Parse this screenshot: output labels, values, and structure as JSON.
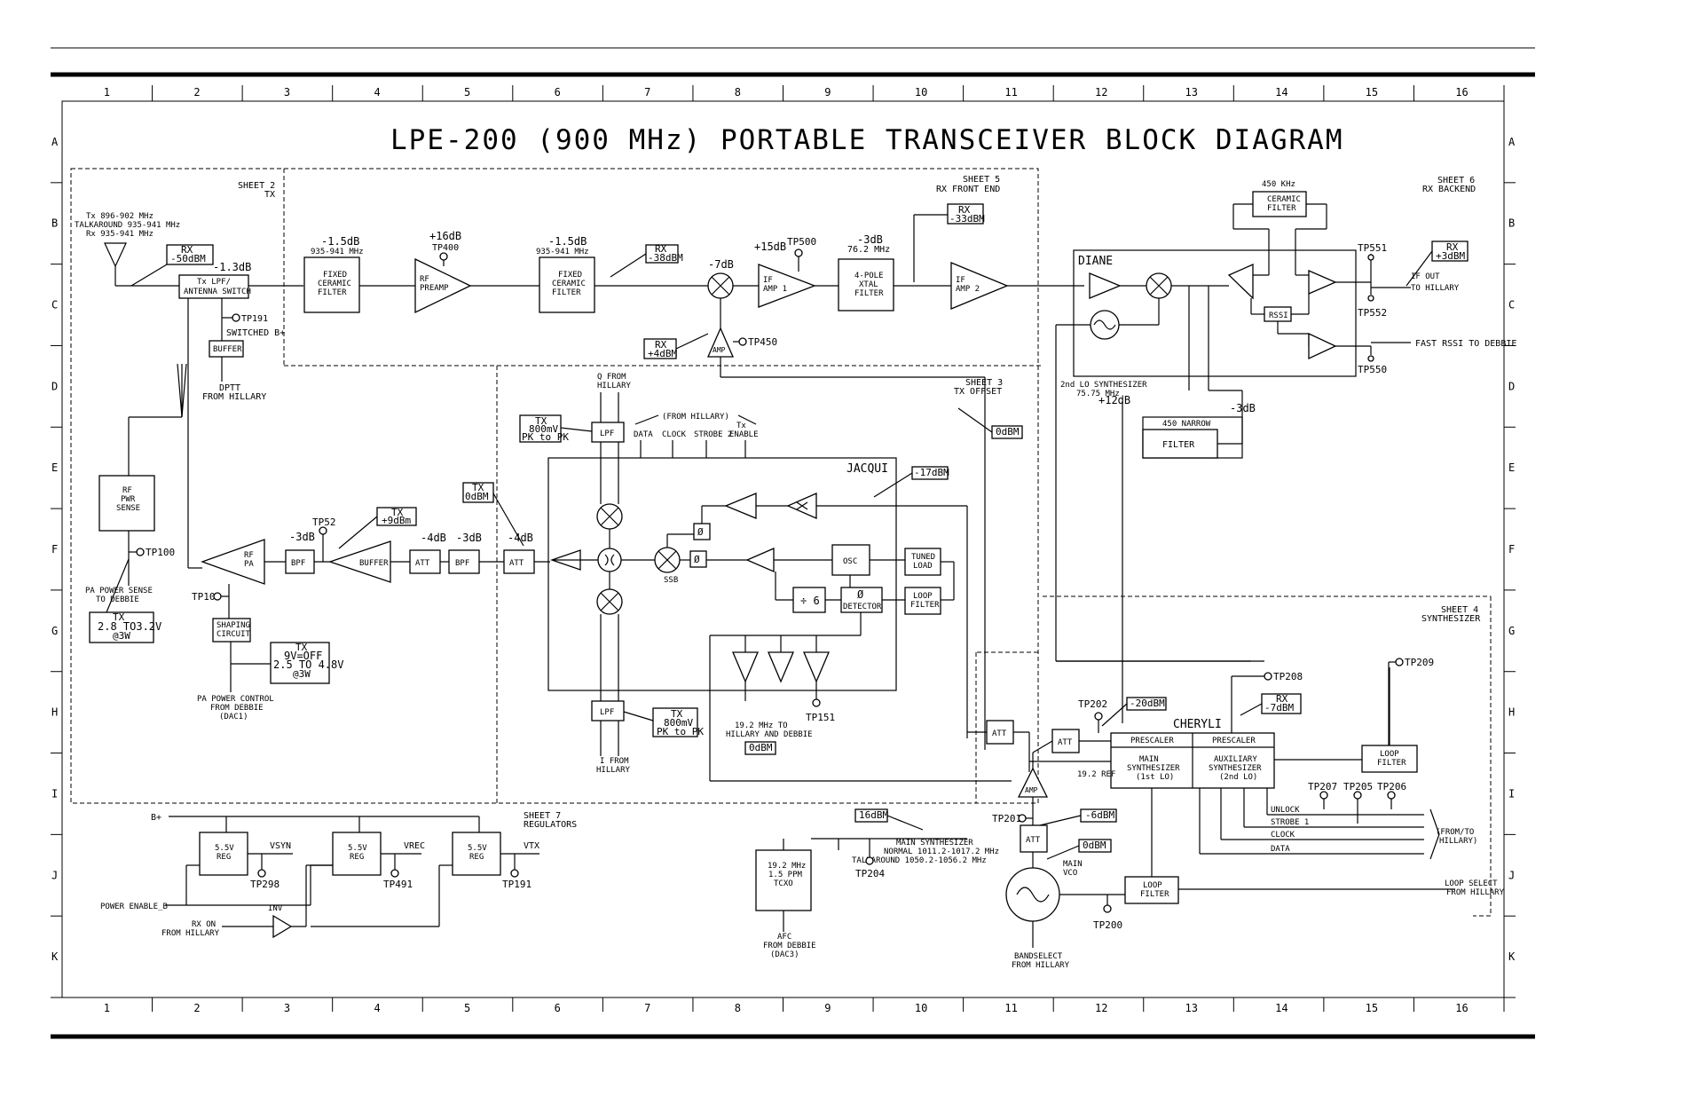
{
  "title": "LPE-200 (900 MHz) PORTABLE TRANSCEIVER BLOCK DIAGRAM",
  "grid": {
    "columns": [
      "1",
      "2",
      "3",
      "4",
      "5",
      "6",
      "7",
      "8",
      "9",
      "10",
      "11",
      "12",
      "13",
      "14",
      "15",
      "16"
    ],
    "rows": [
      "A",
      "B",
      "C",
      "D",
      "E",
      "F",
      "G",
      "H",
      "I",
      "J",
      "K"
    ]
  },
  "sheets": {
    "s2": [
      "SHEET 2",
      "TX"
    ],
    "s5": [
      "SHEET 5",
      "RX FRONT END"
    ],
    "s6": [
      "SHEET 6",
      "RX BACKEND"
    ],
    "s3": [
      "SHEET 3",
      "TX OFFSET"
    ],
    "s4": [
      "SHEET 4",
      "SYNTHESIZER"
    ],
    "s7": [
      "SHEET 7",
      "REGULATORS"
    ]
  },
  "antenna": {
    "freq": [
      "Tx 896-902 MHz",
      "TALKAROUND 935-941 MHz",
      "Rx 935-941 MHz"
    ],
    "rx_level": [
      "RX",
      "-50dBM"
    ],
    "loss": "-1.3dB",
    "switch": [
      "Tx LPF/",
      "ANTENNA SWITCH"
    ],
    "tp": "TP191",
    "switched": "SWITCHED B+",
    "buffer": "BUFFER",
    "dptt": [
      "DPTT",
      "FROM HILLARY"
    ]
  },
  "rxfe": {
    "filter1_gain": "-1.5dB",
    "filter1_freq": "935-941 MHz",
    "filter1": [
      "FIXED",
      "CERAMIC",
      "FILTER"
    ],
    "preamp_gain": "+16dB",
    "preamp_tp": "TP400",
    "preamp": [
      "RF",
      "PREAMP"
    ],
    "filter2_gain": "-1.5dB",
    "filter2_freq": "935-941 MHz",
    "filter2": [
      "FIXED",
      "CERAMIC",
      "FILTER"
    ],
    "rx38": [
      "RX",
      "-38dBM"
    ],
    "mixer_gain": "-7dB",
    "if1_gain": "+15dB",
    "tp500": "TP500",
    "if1": [
      "IF",
      "AMP 1"
    ],
    "xtal_gain": "-3dB",
    "xtal_freq": "76.2 MHz",
    "xtal": [
      "4-POLE",
      "XTAL",
      "FILTER"
    ],
    "rx33": [
      "RX",
      "-33dBM"
    ],
    "if2": [
      "IF",
      "AMP 2"
    ],
    "rx4": [
      "RX",
      "+4dBM"
    ],
    "amp": "AMP",
    "tp450": "TP450"
  },
  "rxbe": {
    "ceramic_freq": "450 KHz",
    "ceramic": [
      "CERAMIC",
      "FILTER"
    ],
    "diane": "DIANE",
    "tp551": "TP551",
    "rx3": [
      "RX",
      "+3dBM"
    ],
    "ifout": [
      "IF OUT",
      "TO HILLARY"
    ],
    "rssi": "RSSI",
    "tp552": "TP552",
    "fast_rssi": "FAST RSSI TO DEBBIE",
    "tp550": "TP550",
    "lo2": [
      "2nd LO SYNTHESIZER",
      "75.75 MHz"
    ],
    "gain12": "+12dB",
    "narrow_gain": "-3dB",
    "narrow": [
      "450 NARROW",
      "FILTER"
    ]
  },
  "tx": {
    "rf_pwr": [
      "RF",
      "PWR",
      "SENSE"
    ],
    "tp100": "TP100",
    "pa_sense": [
      "PA POWER SENSE",
      "TO DEBBIE"
    ],
    "tx_level": [
      "TX",
      "2.8 TO3.2V",
      "@3W"
    ],
    "pa": [
      "RF",
      "PA"
    ],
    "tp103": "TP103",
    "shaping": [
      "SHAPING",
      "CIRCUIT"
    ],
    "tx_ctrl": [
      "TX",
      "9V=OFF",
      "2.5 TO 4.8V",
      "@3W"
    ],
    "pa_ctrl": [
      "PA POWER CONTROL",
      "FROM DEBBIE",
      "(DAC1)"
    ],
    "bpf_gain": "-3dB",
    "bpf": "BPF",
    "tp52": "TP52",
    "tx9": [
      "TX",
      "+9dBm"
    ],
    "buffer": "BUFFER",
    "att_gain": "-4dB",
    "att": "ATT",
    "bpf2_gain": "-3dB",
    "bpf2": "BPF",
    "tx0": [
      "TX",
      "0dBM"
    ],
    "att2_gain": "-4dB",
    "att2": "ATT"
  },
  "offset": {
    "q_from": [
      "Q FROM",
      "HILLARY"
    ],
    "tx_pk": [
      "TX",
      "800mV",
      "PK to PK"
    ],
    "lpf": "LPF",
    "from_hillary": "(FROM HILLARY)",
    "ctrl": [
      "DATA",
      "CLOCK",
      "STROBE 2",
      "Tx",
      "ENABLE"
    ],
    "jacqui": "JACQUI",
    "m17": "-17dBM",
    "odbm": "0dBM",
    "osc": "OSC",
    "tuned": [
      "TUNED",
      "LOAD"
    ],
    "div": "÷ 6",
    "detector": [
      "Ø",
      "DETECTOR"
    ],
    "loop": [
      "LOOP",
      "FILTER"
    ],
    "ssb": "SSB",
    "phi": "Ø",
    "ref": [
      "19.2 MHz TO",
      "HILLARY AND DEBBIE"
    ],
    "ref_level": "0dBM",
    "tp151": "TP151",
    "tx_pk2": [
      "TX",
      "800mV",
      "PK to PK"
    ],
    "i_from": [
      "I FROM",
      "HILLARY"
    ]
  },
  "synth": {
    "tp208": "TP208",
    "tp209": "TP209",
    "tp202": "TP202",
    "m20": "-20dBM",
    "rx7": [
      "RX",
      "-7dBM"
    ],
    "cheryli": "CHERYLI",
    "prescaler": "PRESCALER",
    "main": [
      "MAIN",
      "SYNTHESIZER",
      "(1st LO)"
    ],
    "aux": [
      "AUXILIARY",
      "SYNTHESIZER",
      "(2nd LO)"
    ],
    "loop": [
      "LOOP",
      "FILTER"
    ],
    "att": "ATT",
    "ref192": "19.2 REF",
    "amp": "AMP",
    "tp201": "TP201",
    "m6": "-6dBM",
    "tp207": "TP207",
    "tp205": "TP205",
    "tp206": "TP206",
    "bus": [
      "UNLOCK",
      "STROBE 1",
      "CLOCK",
      "DATA"
    ],
    "from_to": [
      "(FROM/TO",
      "HILLARY)"
    ],
    "db0": "0dBM",
    "vco": [
      "MAIN",
      "VCO"
    ],
    "loop2": [
      "LOOP",
      "FILTER"
    ],
    "tp200": "TP200",
    "loop_select": [
      "LOOP SELECT",
      "FROM HILLARY"
    ],
    "bandselect": [
      "BANDSELECT",
      "FROM HILLARY"
    ],
    "db16": "16dBM",
    "main_syn": [
      "MAIN SYNTHESIZER",
      "NORMAL 1011.2-1017.2 MHz",
      "TALKAROUND 1050.2-1056.2 MHz"
    ],
    "tp204": "TP204",
    "tcxo": [
      "19.2 MHz",
      "1.5 PPM",
      "TCXO"
    ],
    "afc": [
      "AFC",
      "FROM DEBBIE",
      "(DAC3)"
    ]
  },
  "reg": {
    "bplus": "B+",
    "reg": [
      "5.5V",
      "REG"
    ],
    "vsyn": "VSYN",
    "vrec": "VREC",
    "vtx": "VTX",
    "tp298": "TP298",
    "tp491": "TP491",
    "tp191": "TP191",
    "power_enable": "POWER ENABLE_B",
    "inv": "INV",
    "rx_on": [
      "RX ON",
      "FROM HILLARY"
    ]
  }
}
